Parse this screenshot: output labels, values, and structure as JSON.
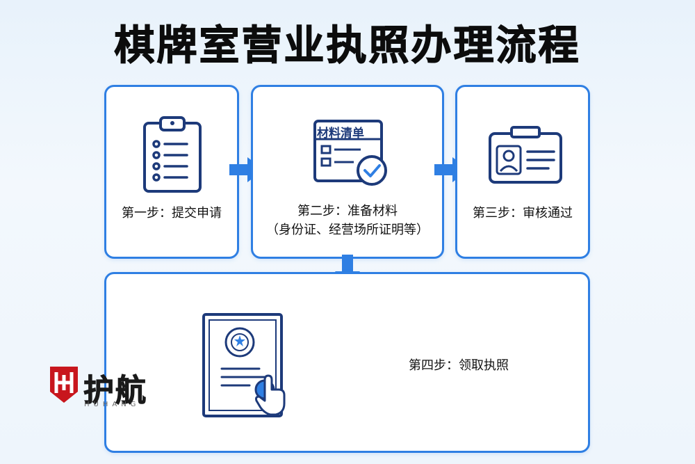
{
  "title": "棋牌室营业执照办理流程",
  "steps": [
    {
      "label": "第一步：提交申请",
      "icon": "clipboard-icon"
    },
    {
      "label": "第二步：准备材料",
      "sublabel": "（身份证、经营场所证明等）",
      "icon": "material-list-icon",
      "icon_text": "材料清单"
    },
    {
      "label": "第三步：审核通过",
      "icon": "id-card-icon"
    },
    {
      "label": "第四步：领取执照",
      "icon": "certificate-icon"
    }
  ],
  "logo": {
    "name": "护航",
    "sub": "HUHANG"
  },
  "colors": {
    "accent": "#2f7fe3",
    "icon_stroke": "#1d3a7a",
    "logo_red": "#c8161d"
  }
}
